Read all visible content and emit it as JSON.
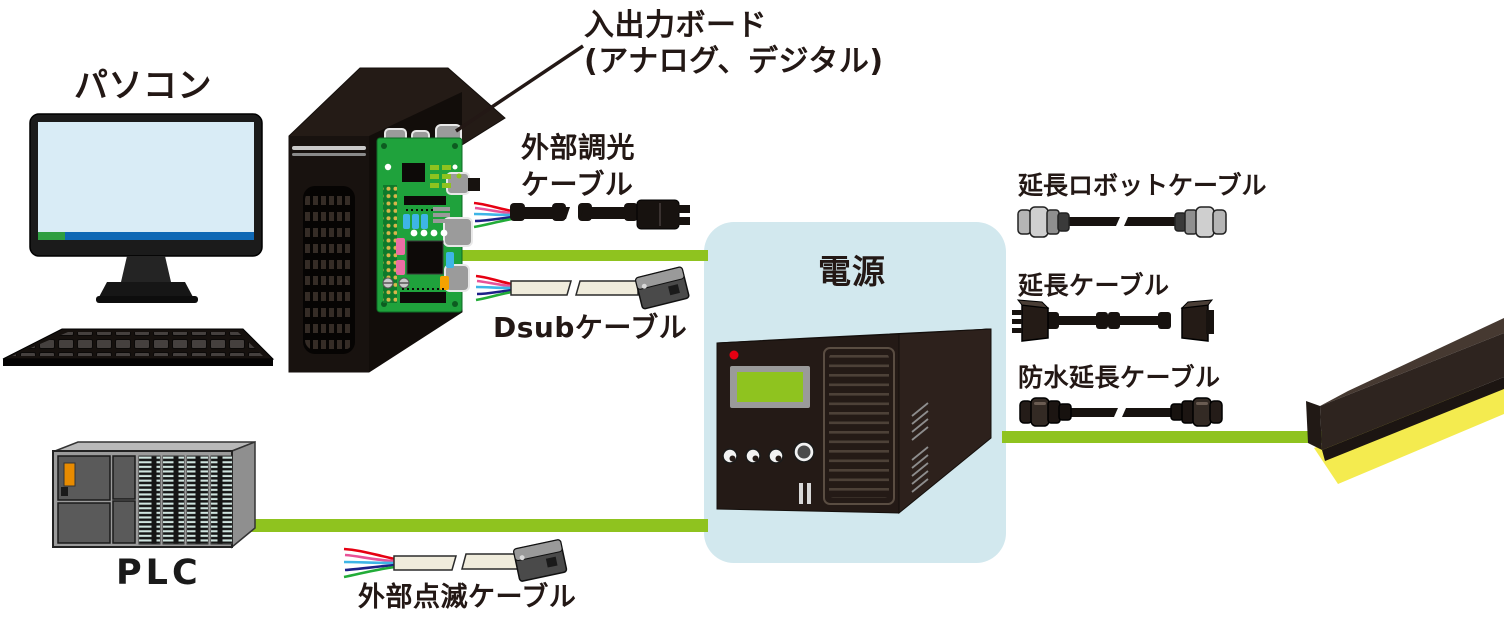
{
  "labels": {
    "pc": "パソコン",
    "io_board_line1": "入出力ボード",
    "io_board_line2": "(アナログ、デジタル)",
    "ext_dimming_line1": "外部調光",
    "ext_dimming_line2": "ケーブル",
    "dsub": "Dsubケーブル",
    "power": "電源",
    "ext_robot": "延長ロボットケーブル",
    "ext_cable": "延長ケーブル",
    "waterproof_ext": "防水延長ケーブル",
    "plc": "PLC",
    "ext_blink": "外部点滅ケーブル"
  },
  "colors": {
    "accent_green": "#8fc31f",
    "panel_blue": "#d2e8ee",
    "pcb_green": "#1fa23c",
    "glow_yellow": "#f4eb4f",
    "text_dark": "#231815",
    "taskbar_blue": "#0f68b5",
    "taskbar_green": "#2f9e41",
    "lcd_green": "#8fc31f",
    "led_red": "#e60012",
    "wire_colors": [
      "#e60012",
      "#e85298",
      "#3eb5e6",
      "#1d2088",
      "#22ac38"
    ]
  },
  "icons": {
    "monitor": "svg-illustration",
    "keyboard": "svg-illustration",
    "pc_tower": "svg-illustration",
    "io_board": "svg-illustration",
    "power_supply": "svg-illustration",
    "plc_unit": "svg-illustration",
    "light_bar": "svg-illustration",
    "cables": "svg-illustration"
  }
}
